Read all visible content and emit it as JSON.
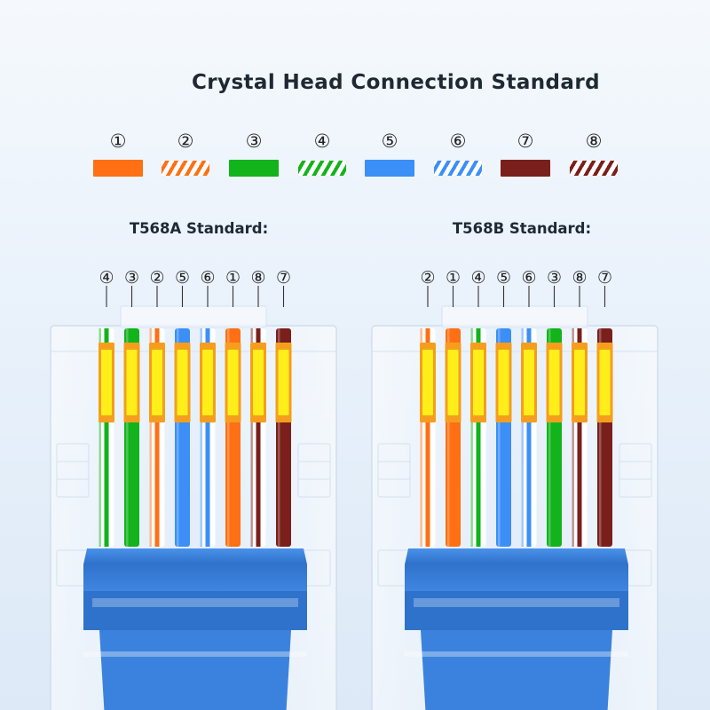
{
  "title": "Crystal Head Connection Standard",
  "legend": [
    {
      "num": "①",
      "color": "#ff6f13",
      "striped": false
    },
    {
      "num": "②",
      "color": "#ff6f13",
      "striped": true
    },
    {
      "num": "③",
      "color": "#12b31b",
      "striped": false
    },
    {
      "num": "④",
      "color": "#12b31b",
      "striped": true
    },
    {
      "num": "⑤",
      "color": "#3b8ff7",
      "striped": false
    },
    {
      "num": "⑥",
      "color": "#3b8ff7",
      "striped": true
    },
    {
      "num": "⑦",
      "color": "#7a1f1b",
      "striped": false
    },
    {
      "num": "⑧",
      "color": "#7a1f1b",
      "striped": true
    }
  ],
  "standards": [
    {
      "label": "T568A Standard:",
      "order": [
        "④",
        "③",
        "②",
        "⑤",
        "⑥",
        "①",
        "⑧",
        "⑦"
      ]
    },
    {
      "label": "T568B Standard:",
      "order": [
        "②",
        "①",
        "④",
        "⑤",
        "⑥",
        "③",
        "⑧",
        "⑦"
      ]
    }
  ],
  "colors": {
    "contact_gold": "#f59e1d",
    "contact_yellow": "#ffee1a",
    "boot_blue": "#2f72cc",
    "boot_light": "#5aa0ec"
  }
}
